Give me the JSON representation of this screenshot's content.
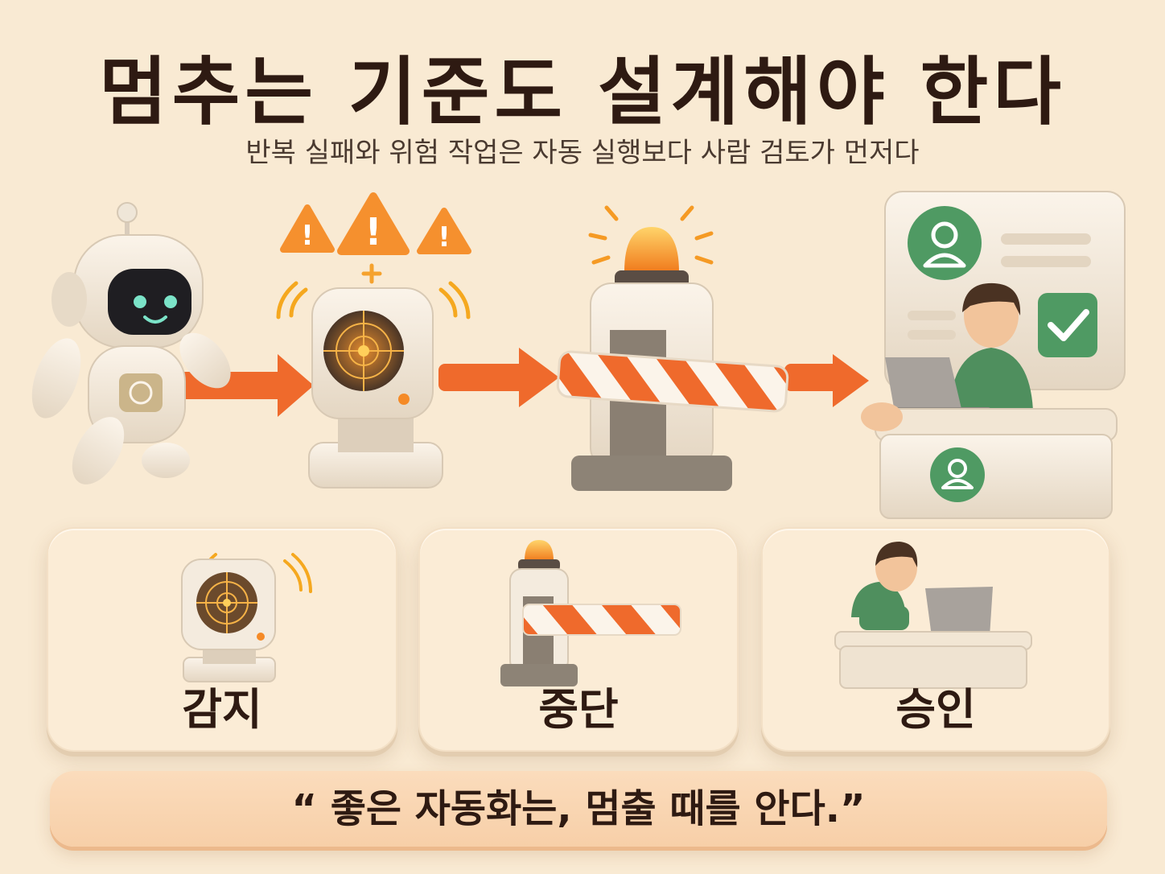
{
  "header": {
    "title": "멈추는 기준도 설계해야 한다",
    "subtitle": "반복 실패와 위험 작업은 자동 실행보다 사람 검토가 먼저다"
  },
  "flow": {
    "stages": [
      "robot-agent",
      "detector-with-warnings",
      "barrier-with-beacon",
      "human-review-desk"
    ],
    "warning_glyph": "!"
  },
  "cards": [
    {
      "label": "감지",
      "icon": "detector-icon"
    },
    {
      "label": "중단",
      "icon": "barrier-icon"
    },
    {
      "label": "승인",
      "icon": "reviewer-icon"
    }
  ],
  "quote": "“ 좋은 자동화는, 멈출 때를 안다.”",
  "colors": {
    "background": "#f9ead3",
    "accent_orange": "#ef6a2c",
    "warning_orange": "#f5902e",
    "approve_green": "#4f9a63",
    "text_dark": "#2e1a12"
  }
}
